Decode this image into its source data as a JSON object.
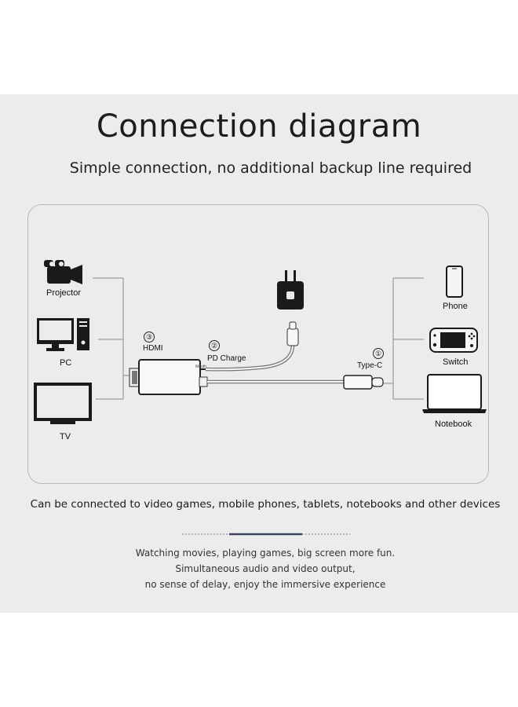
{
  "header": {
    "title": "Connection diagram",
    "subtitle": "Simple connection, no additional backup line required"
  },
  "left_devices": [
    {
      "label": "Projector",
      "icon": "projector-icon"
    },
    {
      "label": "PC",
      "icon": "pc-icon"
    },
    {
      "label": "TV",
      "icon": "tv-icon"
    }
  ],
  "right_devices": [
    {
      "label": "Phone",
      "icon": "phone-icon"
    },
    {
      "label": "Switch",
      "icon": "switch-console-icon"
    },
    {
      "label": "Notebook",
      "icon": "notebook-icon"
    }
  ],
  "ports": [
    {
      "number": "③",
      "label": "HDMI"
    },
    {
      "number": "②",
      "label": "PD Charge"
    },
    {
      "number": "①",
      "label": "Type-C"
    }
  ],
  "adapter_small_label": "Mouth",
  "caption": "Can be connected to video games, mobile phones, tablets, notebooks and other devices",
  "footer_lines": [
    "Watching movies, playing games, big screen more fun.",
    "Simultaneous audio and video output,",
    "no sense of delay, enjoy the immersive experience"
  ],
  "colors": {
    "panel_background": "#ececec",
    "line": "#8a8a8a",
    "separator_accent": "#3a4660"
  }
}
